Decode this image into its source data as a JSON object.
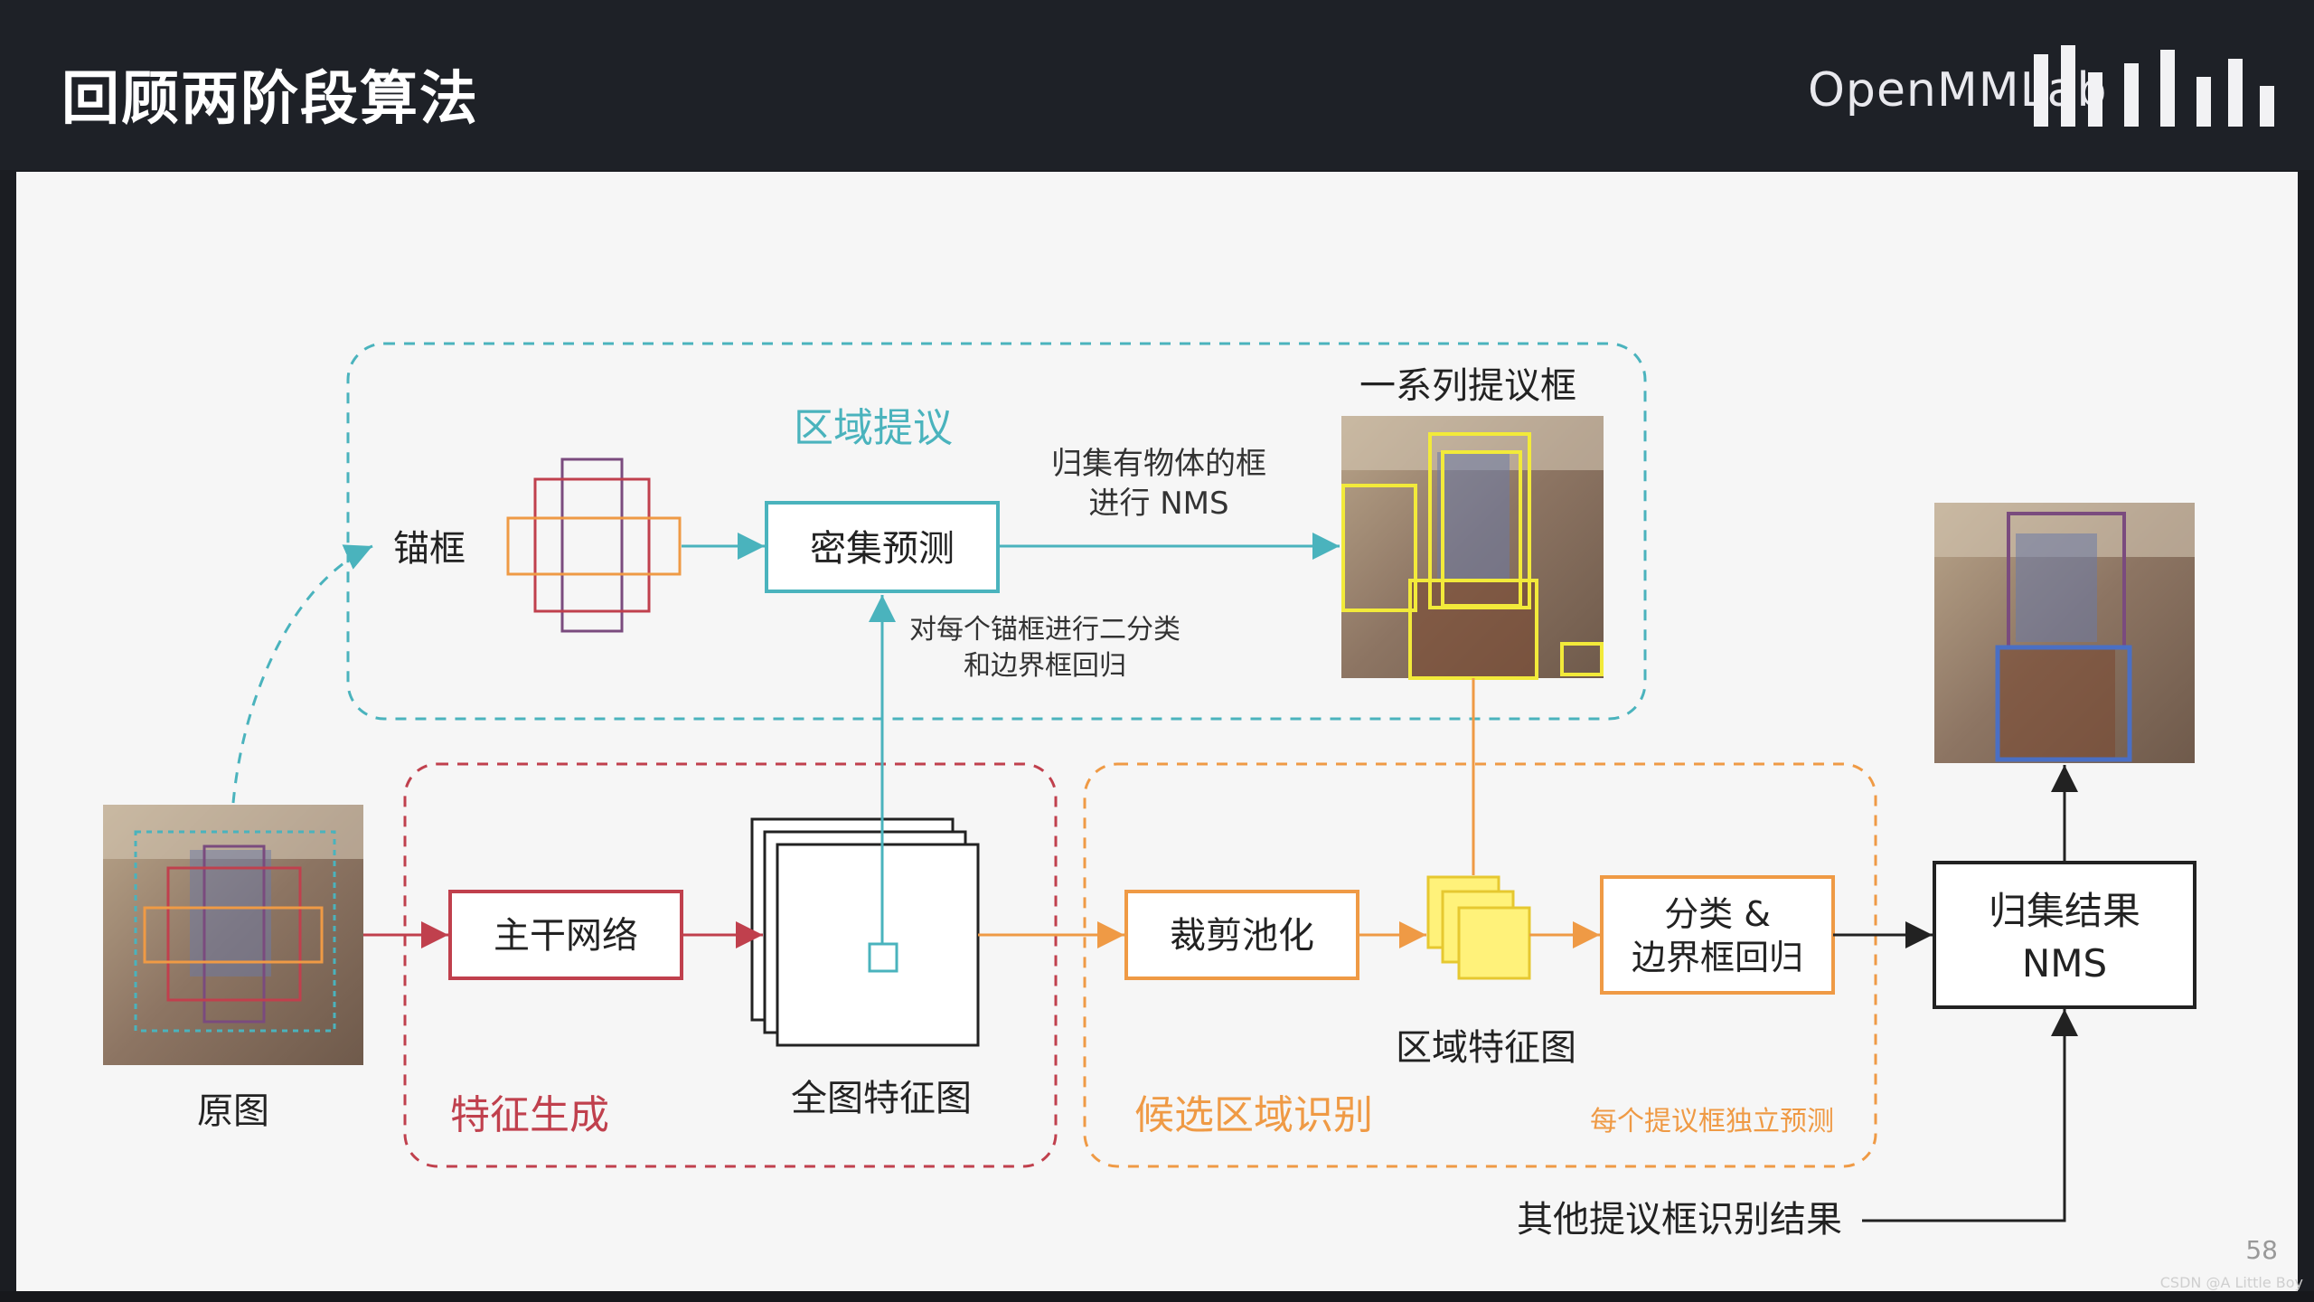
{
  "header": {
    "title": "回顾两阶段算法",
    "logo_text": "OpenMMLab"
  },
  "diagram": {
    "groups": {
      "region_proposal": "区域提议",
      "feature_generation": "特征生成",
      "candidate_recognition": "候选区域识别"
    },
    "labels": {
      "anchor": "锚框",
      "original_image": "原图",
      "full_feature_map": "全图特征图",
      "proposals": "一系列提议框",
      "region_feature_map": "区域特征图",
      "nms_note_1": "归集有物体的框",
      "nms_note_2": "进行 NMS",
      "anchor_note_1": "对每个锚框进行二分类",
      "anchor_note_2": "和边界框回归",
      "independent_note": "每个提议框独立预测",
      "other_results": "其他提议框识别结果"
    },
    "boxes": {
      "dense_prediction": "密集预测",
      "backbone": "主干网络",
      "crop_pool": "裁剪池化",
      "cls_reg_1": "分类 &",
      "cls_reg_2": "边界框回归",
      "merge_1": "归集结果",
      "merge_2": "NMS"
    },
    "colors": {
      "teal": "#4ab3bd",
      "red": "#c0404d",
      "orange": "#ef9a45",
      "yellow": "#f2ea3a",
      "blue": "#4a6fc4"
    }
  },
  "footer": {
    "page_number": "58",
    "watermark": "CSDN @A Little Boy"
  }
}
